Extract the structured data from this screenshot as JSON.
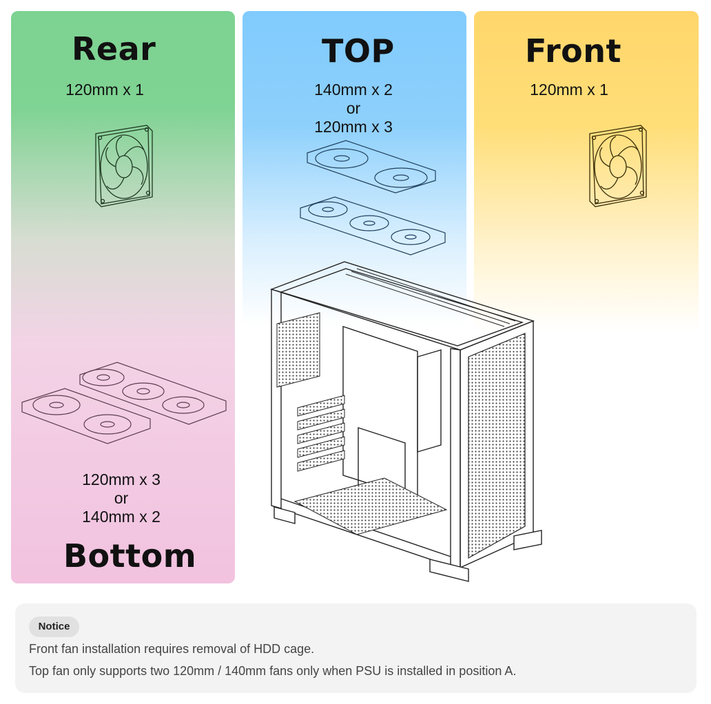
{
  "panels": {
    "rear": {
      "title": "Rear",
      "spec": "120mm x 1"
    },
    "top": {
      "title": "TOP",
      "spec_line1": "140mm x 2",
      "spec_or": "or",
      "spec_line2": "120mm x 3"
    },
    "front": {
      "title": "Front",
      "spec": "120mm x 1"
    },
    "bottom": {
      "title": "Bottom",
      "spec_line1": "120mm x 3",
      "spec_or": "or",
      "spec_line2": "140mm x 2"
    }
  },
  "notice": {
    "badge": "Notice",
    "lines": [
      "Front fan installation requires removal of HDD cage.",
      "Top fan only supports two 120mm / 140mm fans only when PSU is installed in position A."
    ]
  },
  "colors": {
    "rear_green": "#7fd393",
    "bottom_pink": "#f2c2df",
    "top_blue": "#80cbfd",
    "front_yellow": "#ffd66b"
  },
  "icons": [
    "fan-icon",
    "pc-case-illustration"
  ]
}
